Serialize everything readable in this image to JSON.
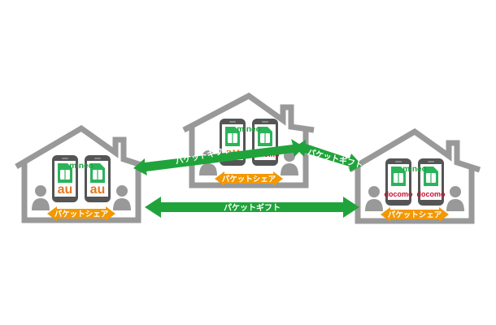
{
  "colors": {
    "house_outline": "#999999",
    "person": "#999999",
    "phone_body": "#555555",
    "phone_screen": "#ffffff",
    "sim_green": "#2bb35a",
    "au_orange": "#e87722",
    "docomo_red": "#c8102e",
    "mineo_green": "#20a040",
    "gift_arrow": "#21a33b",
    "share_arrow": "#f39800",
    "label_text": "#ffffff"
  },
  "houses": [
    {
      "id": "left",
      "phones": [
        {
          "carrier": "au",
          "logo": "mineo"
        },
        {
          "carrier": "au",
          "logo": ""
        }
      ],
      "share_label": "パケットシェア"
    },
    {
      "id": "center",
      "phones": [
        {
          "carrier": "au",
          "logo": "mineo"
        },
        {
          "carrier": "docomo",
          "logo": ""
        }
      ],
      "share_label": "パケットシェア"
    },
    {
      "id": "right",
      "phones": [
        {
          "carrier": "docomo",
          "logo": "mineo"
        },
        {
          "carrier": "docomo",
          "logo": ""
        }
      ],
      "share_label": "パケットシェア"
    }
  ],
  "gift_arrows": [
    {
      "id": "left-center",
      "label": "パケットギフト"
    },
    {
      "id": "center-right",
      "label": "パケットギフト"
    },
    {
      "id": "left-right",
      "label": "パケットギフト"
    }
  ]
}
